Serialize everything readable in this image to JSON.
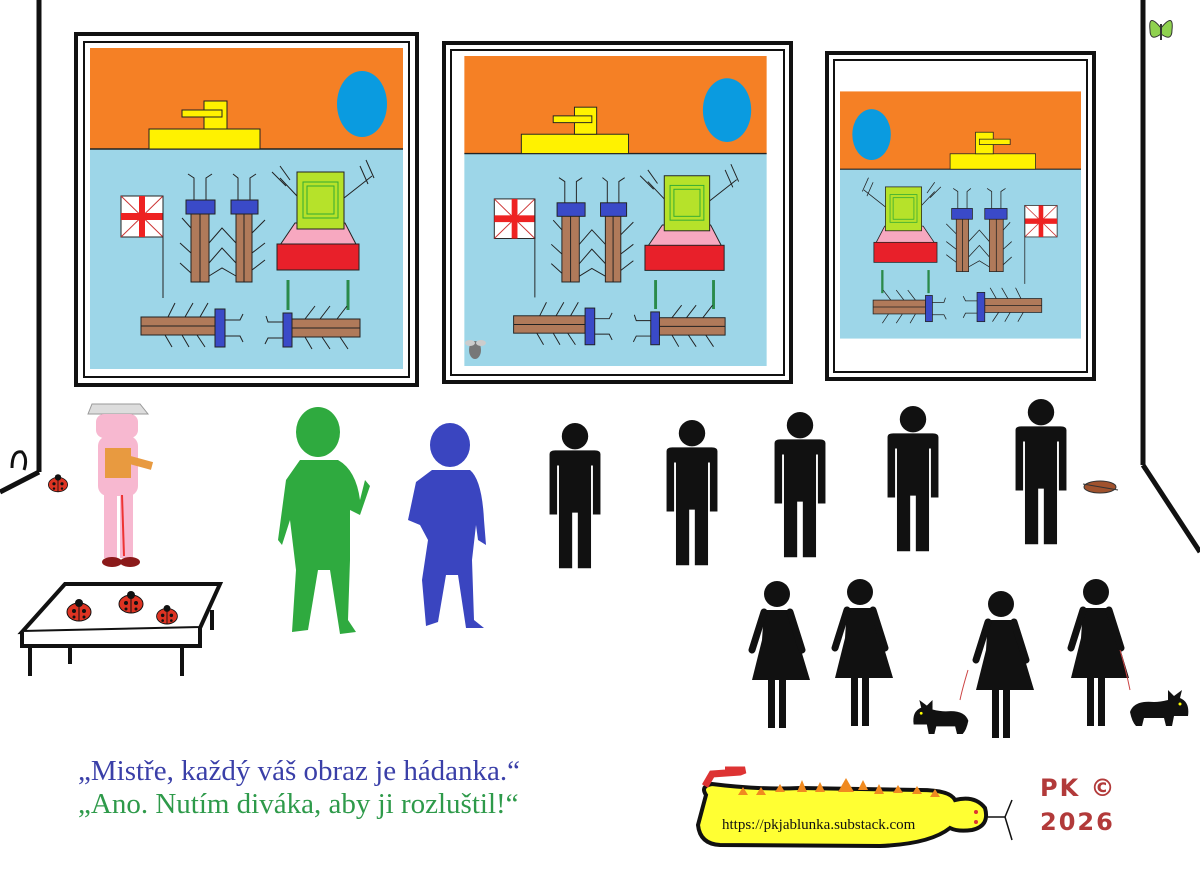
{
  "caption": {
    "line1": "„Mistře, každý váš obraz je hádanka.“",
    "line2": "„Ano. Nutím diváka, aby ji rozluštil!“"
  },
  "worm_banner": {
    "url": "https://pkjablunka.substack.com"
  },
  "signature": {
    "initials": "PK ©",
    "year": "2026"
  },
  "colors": {
    "sky": "#f58025",
    "water": "#9dd6e8",
    "sun": "#0a9be0",
    "tank": "#fff200",
    "caption1": "#3a3fa8",
    "caption2": "#2e9a4a"
  }
}
